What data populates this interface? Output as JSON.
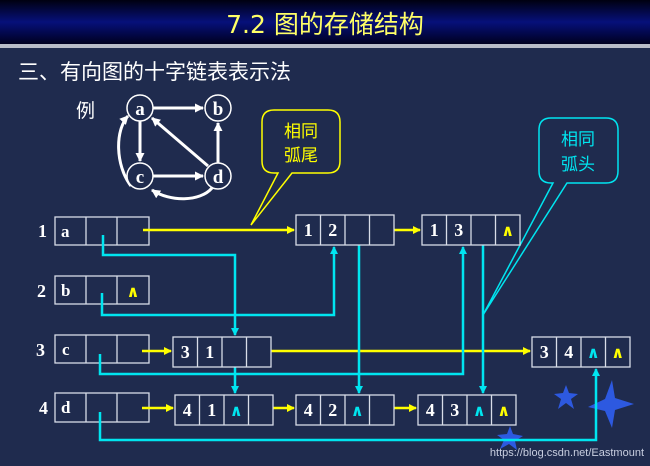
{
  "title": "7.2 图的存储结构",
  "subtitle": "三、有向图的十字链表表示法",
  "example_label": "例",
  "graph": {
    "vertices": [
      "a",
      "b",
      "c",
      "d"
    ],
    "edges": [
      [
        "a",
        "b"
      ],
      [
        "a",
        "c"
      ],
      [
        "c",
        "a"
      ],
      [
        "c",
        "d"
      ],
      [
        "d",
        "a"
      ],
      [
        "d",
        "b"
      ],
      [
        "d",
        "c"
      ]
    ]
  },
  "callouts": {
    "same_tail": [
      "相同",
      "弧尾"
    ],
    "same_head": [
      "相同",
      "弧头"
    ]
  },
  "vertex_list": [
    {
      "index": "1",
      "data": "a",
      "firstout": ""
    },
    {
      "index": "2",
      "data": "b",
      "firstout": "∧"
    },
    {
      "index": "3",
      "data": "c",
      "firstout": ""
    },
    {
      "index": "4",
      "data": "d",
      "firstout": ""
    }
  ],
  "arc_nodes": [
    {
      "tail": "1",
      "head": "2",
      "hlink": "",
      "tlink": ""
    },
    {
      "tail": "1",
      "head": "3",
      "hlink": "",
      "tlink": "∧"
    },
    {
      "tail": "3",
      "head": "1",
      "hlink": "",
      "tlink": ""
    },
    {
      "tail": "3",
      "head": "4",
      "hlink": "∧",
      "tlink": "∧"
    },
    {
      "tail": "4",
      "head": "1",
      "hlink": "∧",
      "tlink": ""
    },
    {
      "tail": "4",
      "head": "2",
      "hlink": "∧",
      "tlink": ""
    },
    {
      "tail": "4",
      "head": "3",
      "hlink": "∧",
      "tlink": "∧"
    }
  ],
  "watermark": "https://blog.csdn.net/Eastmount",
  "colors": {
    "background": "#1f2b4e",
    "title": "#ffff66",
    "tail_link": "#ffff00",
    "head_link": "#00e5f0",
    "text": "#ffffff"
  }
}
